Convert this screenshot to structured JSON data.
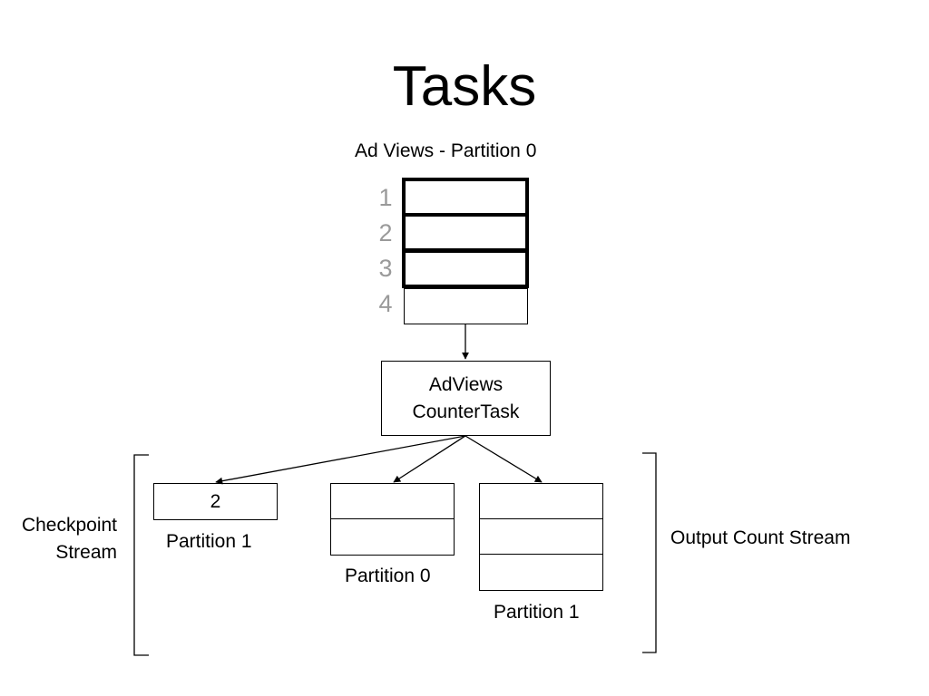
{
  "title": "Tasks",
  "input_stream": {
    "label": "Ad Views - Partition 0",
    "offsets": [
      "1",
      "2",
      "3",
      "4"
    ]
  },
  "task": {
    "line1": "AdViews",
    "line2": "CounterTask"
  },
  "checkpoint": {
    "group_label_line1": "Checkpoint",
    "group_label_line2": "Stream",
    "partition_label": "Partition 1",
    "value": "2"
  },
  "output": {
    "group_label": "Output Count Stream",
    "partition0_label": "Partition 0",
    "partition1_label": "Partition 1"
  }
}
